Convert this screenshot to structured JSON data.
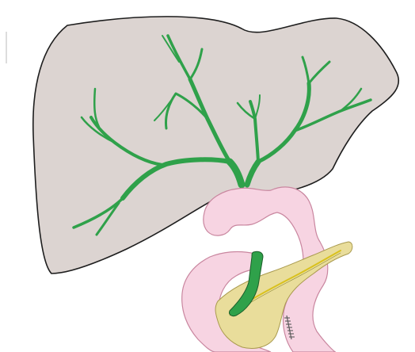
{
  "colors": {
    "background": "#ffffff",
    "liver_fill": "#dcd4d1",
    "outline": "#1e1e1e",
    "bile_duct": "#2fa14a",
    "bile_duct_edge": "#1b5e2a",
    "intestine_fill": "#f7d4e2",
    "intestine_edge": "#c9869f",
    "pancreas_fill": "#e9dd9b",
    "pancreas_edge": "#a99a4e",
    "pancreatic_duct": "#d9c11e",
    "suture": "#5a5a5a"
  },
  "structures": [
    {
      "id": "liver",
      "icon": "liver-shape"
    },
    {
      "id": "bile-duct-tree",
      "icon": "branching-duct"
    },
    {
      "id": "jejunal-loop",
      "icon": "intestine-loop"
    },
    {
      "id": "duodenal-loop",
      "icon": "intestine-loop"
    },
    {
      "id": "pancreas",
      "icon": "pancreas-shape"
    },
    {
      "id": "pancreatic-duct",
      "icon": "duct-line"
    },
    {
      "id": "common-bile-duct",
      "icon": "duct-segment"
    },
    {
      "id": "anastomosis-suture",
      "icon": "suture-line"
    }
  ]
}
